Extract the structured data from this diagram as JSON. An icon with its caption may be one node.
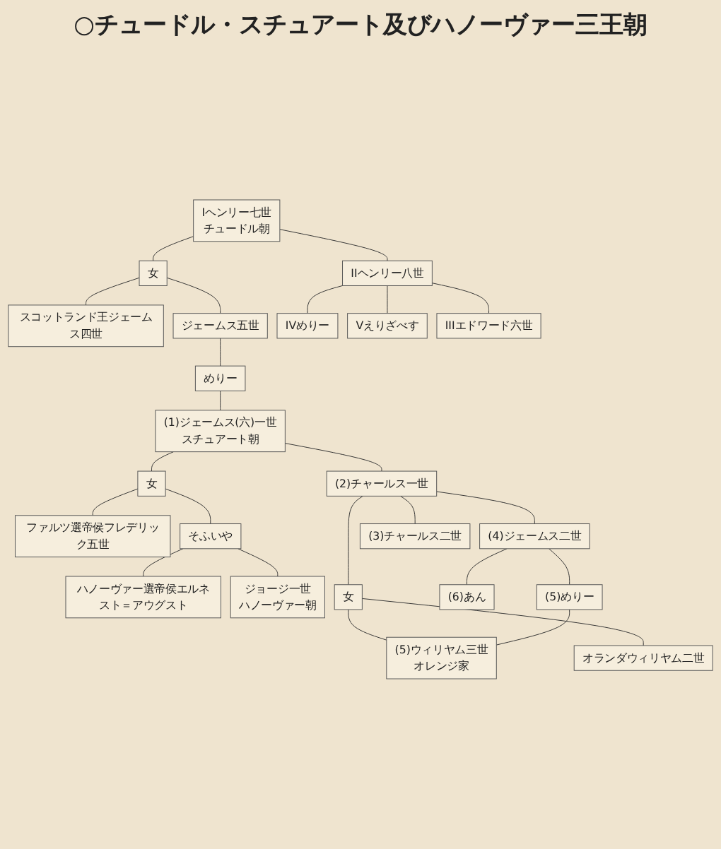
{
  "diagram": {
    "title": "○チュードル・スチュアート及びハノーヴァー三王朝",
    "nodes": [
      {
        "text": [
          "Iヘンリー七世",
          "チュードル朝"
        ]
      },
      {
        "text": [
          "女"
        ]
      },
      {
        "text": [
          "IIヘンリー八世"
        ]
      },
      {
        "text": [
          "スコットランド王ジェームス四世"
        ]
      },
      {
        "text": [
          "ジェームス五世"
        ]
      },
      {
        "text": [
          "めりー"
        ]
      },
      {
        "text": [
          "(1)ジェームス(六)一世",
          "スチュアート朝"
        ]
      },
      {
        "text": [
          "IVめりー"
        ]
      },
      {
        "text": [
          "Vえりざべす"
        ]
      },
      {
        "text": [
          "IIIエドワード六世"
        ]
      },
      {
        "text": [
          "女"
        ]
      },
      {
        "text": [
          "(2)チャールス一世"
        ]
      },
      {
        "text": [
          "ファルツ選帝侯フレデリック五世"
        ]
      },
      {
        "text": [
          "そふいや"
        ]
      },
      {
        "text": [
          "ハノーヴァー選帝侯エルネスト＝アウグスト"
        ]
      },
      {
        "text": [
          "ジョージ一世",
          "ハノーヴァー朝"
        ]
      },
      {
        "text": [
          "(4)ジェームス二世"
        ]
      },
      {
        "text": [
          "女"
        ]
      },
      {
        "text": [
          "(3)チャールス二世"
        ]
      },
      {
        "text": [
          "オランダウィリヤム二世"
        ]
      },
      {
        "text": [
          "(5)ウィリヤム三世",
          "オレンジ家"
        ]
      },
      {
        "text": [
          "(6)あん"
        ]
      },
      {
        "text": [
          "(5)めりー"
        ]
      }
    ],
    "edges": [
      {
        "from": 0,
        "to": 1,
        "arrow": "none"
      },
      {
        "from": 0,
        "to": 2,
        "arrow": "none"
      },
      {
        "from": 1,
        "to": 3,
        "arrow": "none"
      },
      {
        "from": 1,
        "to": 4,
        "arrow": "none"
      },
      {
        "from": 4,
        "to": 5,
        "arrow": "none"
      },
      {
        "from": 5,
        "to": 6,
        "arrow": "none"
      },
      {
        "from": 2,
        "to": 7,
        "arrow": "none"
      },
      {
        "from": 2,
        "to": 8,
        "arrow": "none"
      },
      {
        "from": 2,
        "to": 9,
        "arrow": "none"
      },
      {
        "from": 6,
        "to": 10,
        "arrow": "none"
      },
      {
        "from": 6,
        "to": 11,
        "arrow": "none"
      },
      {
        "from": 10,
        "to": 12,
        "arrow": "none"
      },
      {
        "from": 10,
        "to": 13,
        "arrow": "none"
      },
      {
        "from": 13,
        "to": 14,
        "arrow": "none"
      },
      {
        "from": 13,
        "to": 15,
        "arrow": "none"
      },
      {
        "from": 11,
        "to": 16,
        "arrow": "none"
      },
      {
        "from": 11,
        "to": 17,
        "arrow": "none"
      },
      {
        "from": 11,
        "to": 18,
        "arrow": "none"
      },
      {
        "from": 17,
        "to": 19,
        "arrow": "none"
      },
      {
        "from": 17,
        "to": 20,
        "arrow": "none"
      },
      {
        "from": 16,
        "to": 21,
        "arrow": "none"
      },
      {
        "from": 16,
        "to": 22,
        "arrow": "none"
      },
      {
        "from": 22,
        "to": 20,
        "arrow": "none"
      }
    ]
  }
}
